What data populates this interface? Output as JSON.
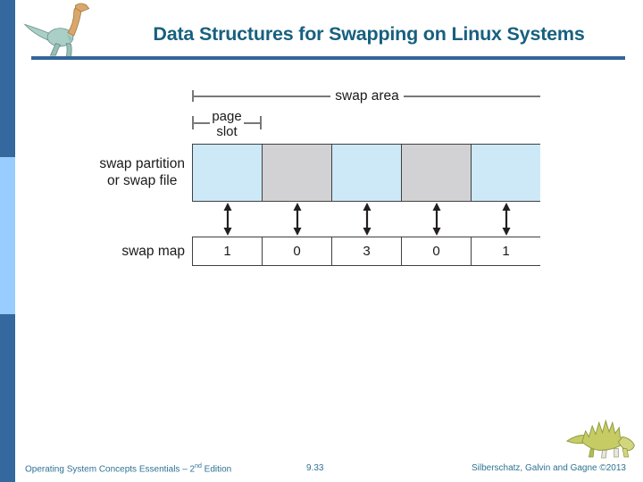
{
  "slide": {
    "title": "Data Structures for Swapping on Linux Systems"
  },
  "diagram": {
    "swap_area_label": "swap area",
    "page_slot_label": [
      "page",
      "slot"
    ],
    "partition_label": [
      "swap partition",
      "or swap file"
    ],
    "swap_map_label": "swap map",
    "slot_fills": [
      "blue",
      "gray",
      "blue",
      "gray",
      "blue"
    ],
    "swap_map_values": [
      "1",
      "0",
      "3",
      "0",
      "1"
    ]
  },
  "footer": {
    "book": "Operating System Concepts Essentials – 2",
    "edition_sup": "nd",
    "edition_rest": " Edition",
    "page": "9.33",
    "credits": "Silberschatz, Galvin and Gagne ©2013"
  },
  "icons": {
    "header_logo": "dinosaur",
    "footer_logo": "dinosaur",
    "slot_link": "double-headed-arrow"
  },
  "colors": {
    "title": "#17607f",
    "rule": "#336699",
    "sidebar_dark": "#34689e",
    "sidebar_light": "#99ccff",
    "slot_blue": "#cde9f8",
    "slot_gray": "#d2d2d4",
    "footer_text": "#2e7293"
  }
}
